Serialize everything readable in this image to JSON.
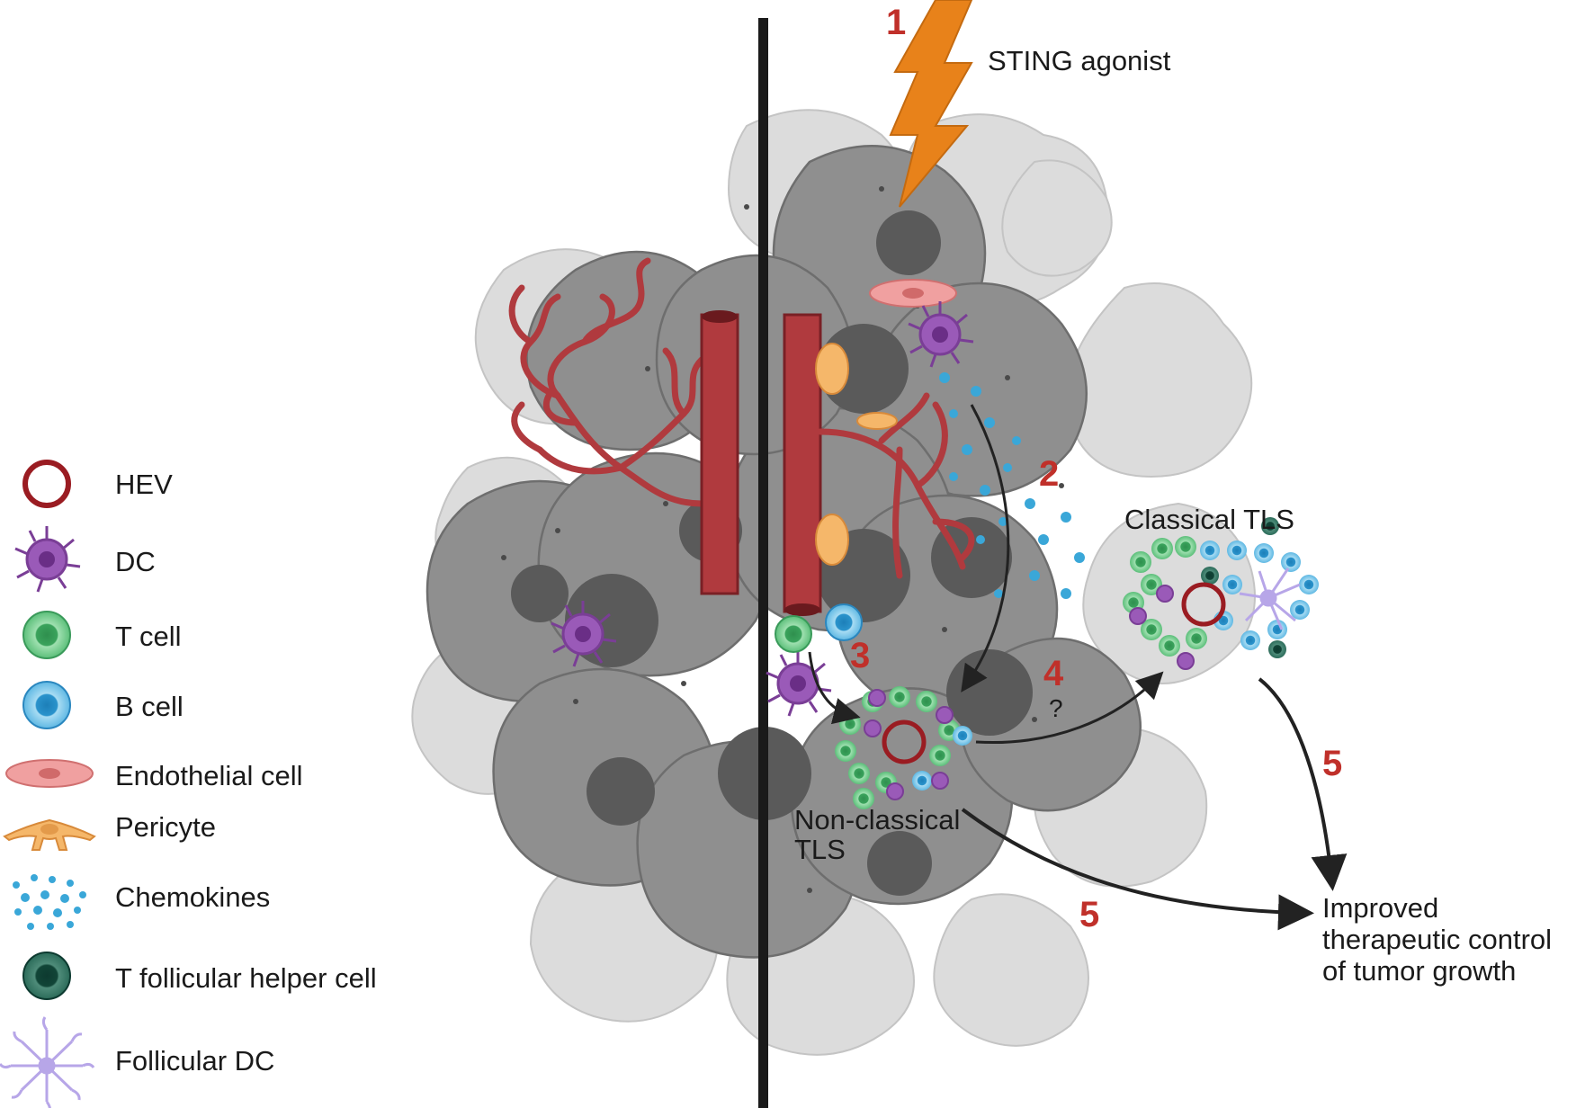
{
  "legend": {
    "items": [
      {
        "label": "HEV",
        "icon": "hev-icon"
      },
      {
        "label": "DC",
        "icon": "dendritic-cell-icon"
      },
      {
        "label": "T cell",
        "icon": "t-cell-icon"
      },
      {
        "label": "B cell",
        "icon": "b-cell-icon"
      },
      {
        "label": "Endothelial cell",
        "icon": "endothelial-cell-icon"
      },
      {
        "label": "Pericyte",
        "icon": "pericyte-icon"
      },
      {
        "label": "Chemokines",
        "icon": "chemokines-icon"
      },
      {
        "label": "T follicular helper cell",
        "icon": "t-follicular-helper-cell-icon"
      },
      {
        "label": "Follicular DC",
        "icon": "follicular-dc-icon"
      }
    ]
  },
  "diagram": {
    "sting_label": "STING agonist",
    "classical_label": "Classical TLS",
    "nonclassical_label_line1": "Non-classical",
    "nonclassical_label_line2": "TLS",
    "question_mark": "?",
    "outcome_line1": "Improved",
    "outcome_line2": "therapeutic control",
    "outcome_line3": "of tumor growth",
    "steps": {
      "step1": "1",
      "step2": "2",
      "step3": "3",
      "step4": "4",
      "step5a": "5",
      "step5b": "5"
    }
  },
  "colors": {
    "vessel": "#b03a3e",
    "bolt": "#e8821a",
    "step_number": "#c0302a",
    "t_cell": "#5cbf7a",
    "b_cell": "#3aa7d8",
    "dc": "#9a5ab8",
    "tfh": "#1e5e4e",
    "fdc": "#b7a6e8",
    "endothelial": "#f0a0a0",
    "pericyte": "#f5b76a",
    "tumor_dark": "#8a8a8a",
    "tumor_light": "#d6d6d6"
  }
}
